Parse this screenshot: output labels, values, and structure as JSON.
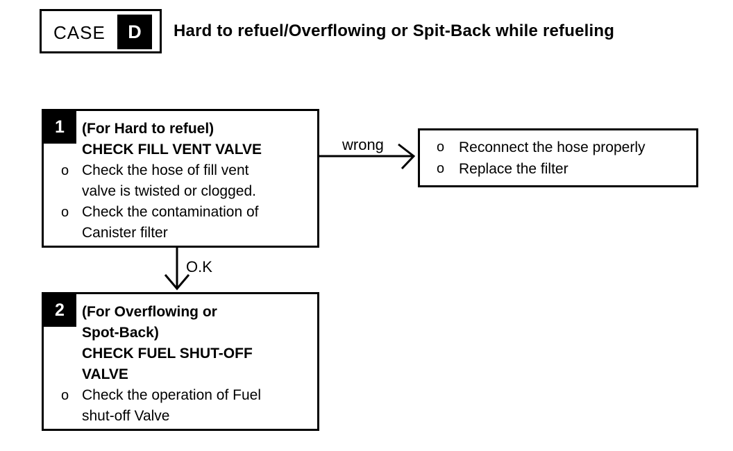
{
  "colors": {
    "ink": "#000000",
    "paper": "#ffffff"
  },
  "header": {
    "case_label": "CASE",
    "case_letter": "D",
    "title": "Hard to refuel/Overflowing or Spit-Back while refueling"
  },
  "step1": {
    "number": "1",
    "heading_lines": [
      "(For Hard to refuel)",
      "CHECK FILL VENT VALVE"
    ],
    "bullets": [
      {
        "marker": "o",
        "lines": [
          "Check the hose of fill vent",
          "valve is twisted or clogged."
        ]
      },
      {
        "marker": "o",
        "lines": [
          "Check the contamination of",
          "Canister filter"
        ]
      }
    ]
  },
  "remedy": {
    "bullets": [
      {
        "marker": "o",
        "text": "Reconnect the hose properly"
      },
      {
        "marker": "o",
        "text": "Replace the filter"
      }
    ]
  },
  "step2": {
    "number": "2",
    "heading_lines": [
      "(For Overflowing or",
      "Spot-Back)",
      "CHECK FUEL SHUT-OFF",
      "VALVE"
    ],
    "bullets": [
      {
        "marker": "o",
        "lines": [
          "Check the operation of Fuel",
          "shut-off Valve"
        ]
      }
    ]
  },
  "connectors": {
    "wrong_label": "wrong",
    "ok_label": "O.K"
  }
}
